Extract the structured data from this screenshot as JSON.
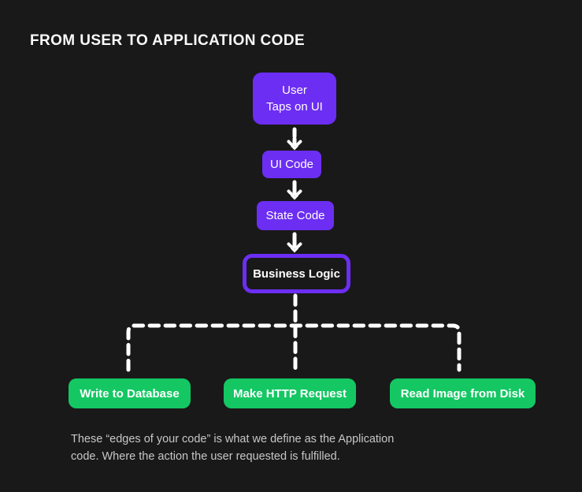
{
  "title": "FROM USER TO APPLICATION CODE",
  "flow": {
    "user_taps": "User\nTaps on UI",
    "ui_code": "UI Code",
    "state_code": "State Code",
    "business_logic": "Business Logic"
  },
  "actions": [
    {
      "label": "Write to Database"
    },
    {
      "label": "Make HTTP Request"
    },
    {
      "label": "Read Image from Disk"
    }
  ],
  "caption": {
    "lines": [
      "These “edges of your code” is what we define as the Application",
      "code. Where the action the user requested is fulfilled."
    ]
  },
  "icons": [
    {
      "name": "dashed-arrow-down-icon",
      "count": 3
    },
    {
      "name": "dashed-branch-lines",
      "count": 1
    }
  ],
  "colors": {
    "background": "#191919",
    "accent_purple": "#6C2EF2",
    "accent_green": "#14C763",
    "connector_white": "#FFFFFF",
    "title_white": "#FAFAFA",
    "caption_gray": "#C7C7C7"
  }
}
